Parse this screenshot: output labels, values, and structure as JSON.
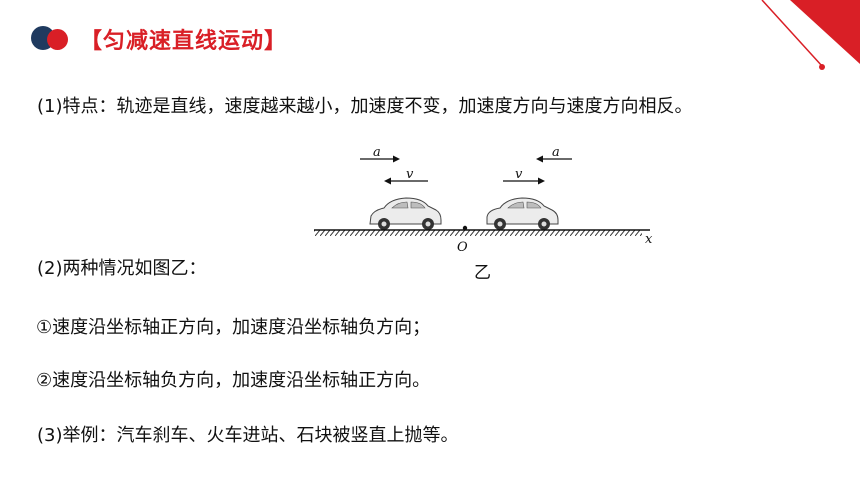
{
  "header": {
    "title": "【匀减速直线运动】"
  },
  "content": {
    "p1": "(1)特点：轨迹是直线，速度越来越小，加速度不变，加速度方向与速度方向相反。",
    "p2": "(2)两种情况如图乙：",
    "p3": "①速度沿坐标轴正方向，加速度沿坐标轴负方向；",
    "p4": "②速度沿坐标轴负方向，加速度沿坐标轴正方向。",
    "p5": "(3)举例：汽车刹车、火车进站、石块被竖直上抛等。"
  },
  "figure": {
    "left_a": "a",
    "left_v": "v",
    "right_a": "a",
    "right_v": "v",
    "origin": "O",
    "axis": "x",
    "caption": "乙"
  },
  "colors": {
    "accent": "#d91f26",
    "navy": "#1f3a5f"
  }
}
